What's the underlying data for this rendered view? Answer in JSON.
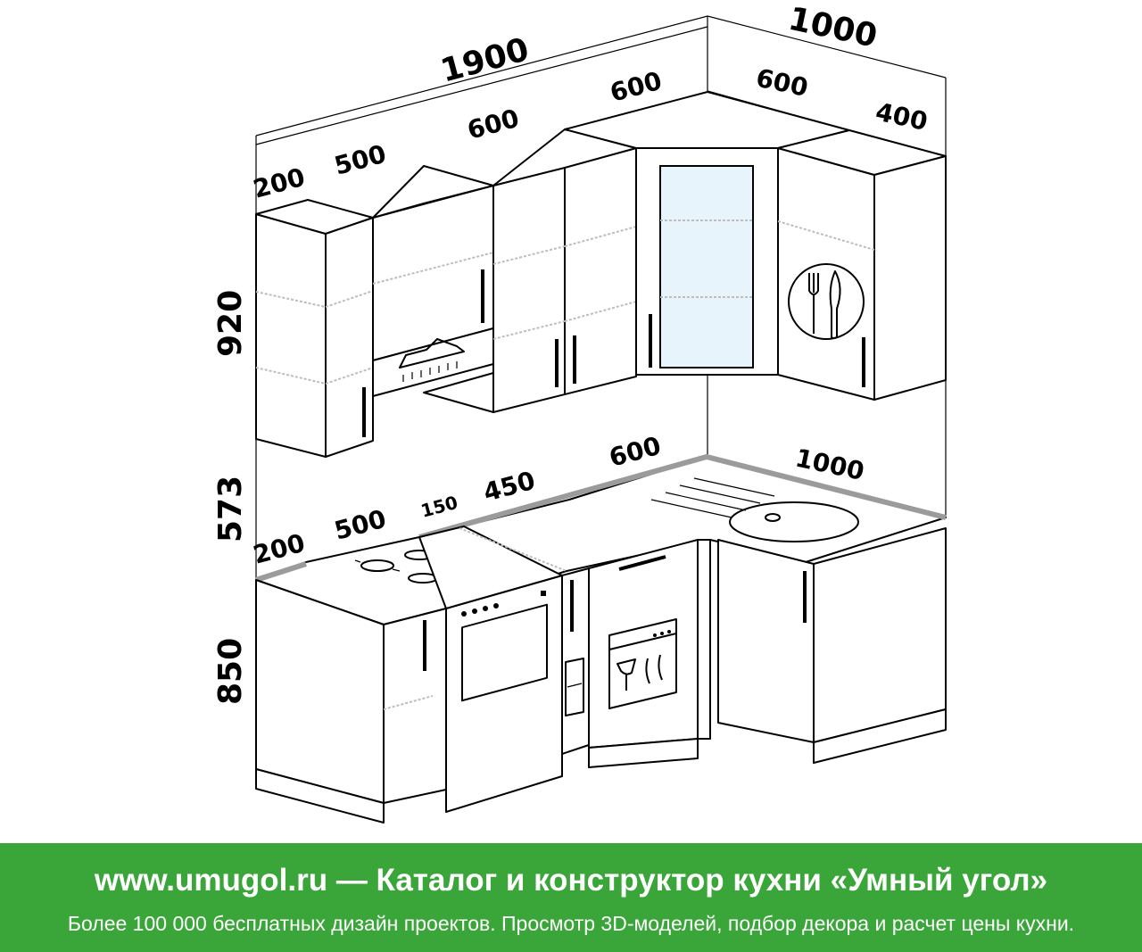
{
  "dimensions": {
    "top_total": "1900",
    "top_side_total": "1000",
    "upper_seg_200": "200",
    "upper_seg_500": "500",
    "upper_seg_600_a": "600",
    "upper_seg_600_b": "600",
    "upper_seg_600_c": "600",
    "upper_seg_400": "400",
    "height_upper": "920",
    "height_gap": "573",
    "height_lower": "850",
    "lower_seg_200": "200",
    "lower_seg_500": "500",
    "lower_seg_150": "150",
    "lower_seg_450": "450",
    "lower_seg_600": "600",
    "lower_seg_1000": "1000"
  },
  "icons": [
    "cutlery-icon",
    "dishwasher-icon",
    "gas-hob-icon",
    "oven-icon",
    "sink-icon",
    "bottle-icon",
    "range-hood-icon"
  ],
  "colors": {
    "footer_bg": "#3aa63a",
    "footer_text": "#ffffff",
    "counter_edge": "#9b9b9b",
    "glass": "#e8f4fc"
  },
  "footer": {
    "title": "www.umugol.ru — Каталог и конструктор кухни «Умный угол»",
    "subtitle": "Более 100 000 бесплатных дизайн проектов. Просмотр 3D-моделей, подбор декора и расчет цены кухни."
  }
}
